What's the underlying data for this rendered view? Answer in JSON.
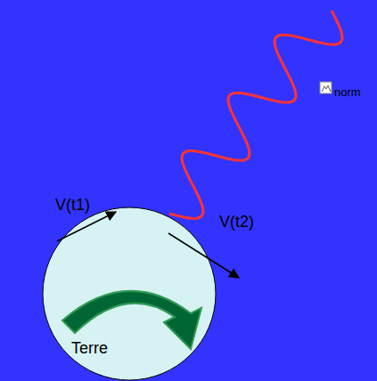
{
  "diagram": {
    "nodes": [
      {
        "text": [
          "Terre"
        ]
      }
    ],
    "labels": [
      "V(t1)",
      "V(t2)",
      "norm"
    ]
  }
}
